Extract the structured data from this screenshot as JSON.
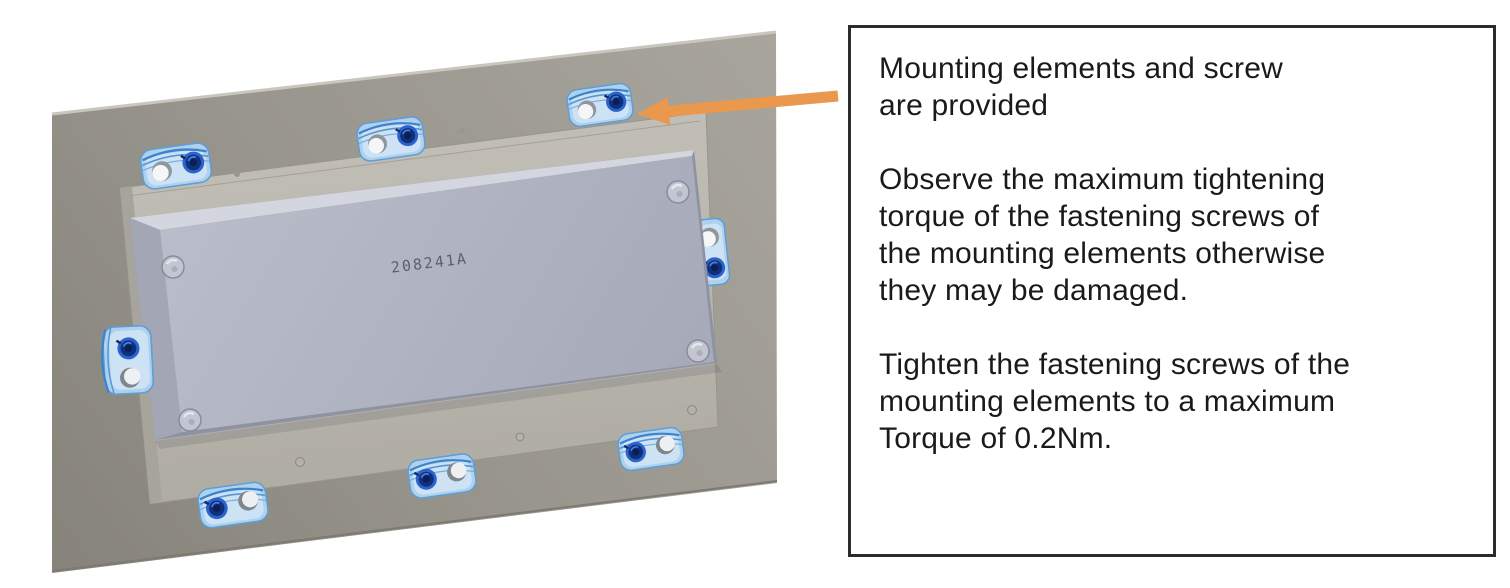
{
  "figure": {
    "part_number": "208241A",
    "colors": {
      "arrow": "#EA984E",
      "clip_body": "#AED2EE",
      "clip_screw_dark": "#16357F",
      "clip_screw_ring": "#2B62CC",
      "hole": "#F2F4F6",
      "wall": "#9B978F",
      "panel": "#B2B6C3",
      "frame": "#B7B4AC",
      "box_border": "#2B2B2B",
      "text": "#1A1A1A"
    }
  },
  "note_box": {
    "paragraphs": [
      "Mounting elements and screw\nare provided",
      "Observe the maximum tightening\ntorque of the fastening screws of\nthe mounting elements otherwise\nthey may be damaged.",
      "Tighten the fastening screws of the\nmounting elements to a maximum\nTorque of 0.2Nm."
    ]
  }
}
